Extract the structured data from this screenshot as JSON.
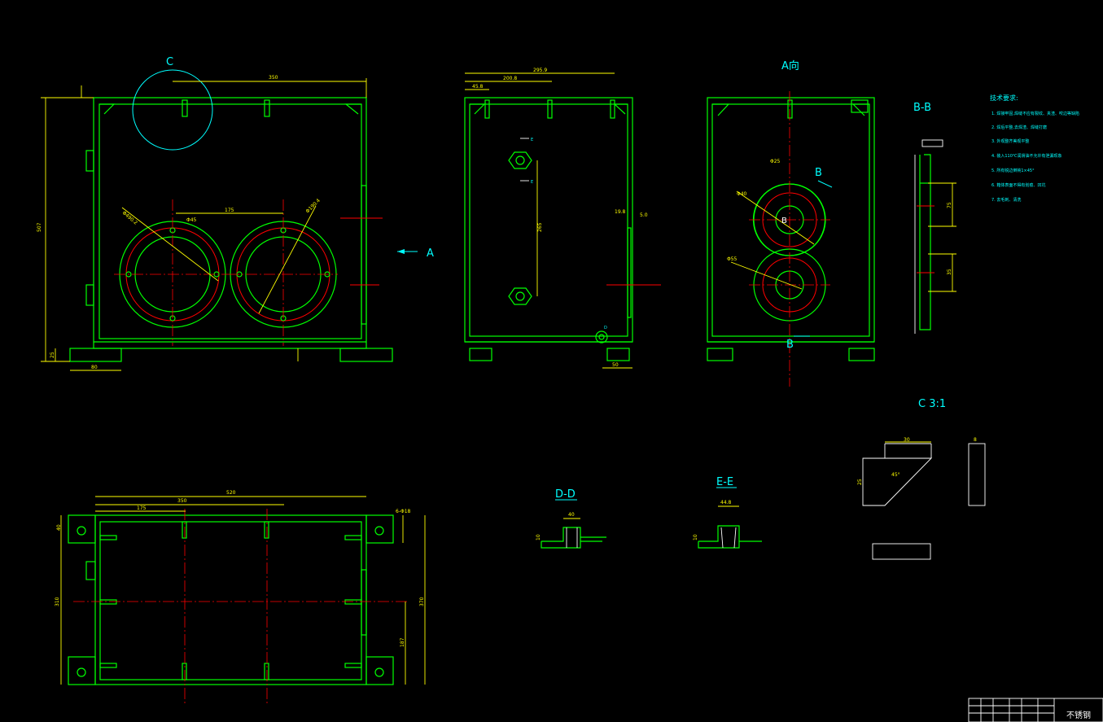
{
  "views": {
    "detail_c_label": "C",
    "view_a_label": "A向",
    "section_bb_label": "B-B",
    "section_dd_label": "D-D",
    "section_ee_label": "E-E",
    "detail_c_scale_label": "C 3:1",
    "arrow_a_label": "A",
    "section_b_upper": "B",
    "section_b_lower": "B",
    "section_b_center": "B"
  },
  "tech_requirements": {
    "title": "技术要求:",
    "items": [
      "1. 焊接牢固,焊缝不应有裂纹、夹渣、咬边等缺陷",
      "2. 焊后平整,去焊渣、焊缝打磨",
      "3. 外观整齐美观平整",
      "4. 装入110℃润滑油不允许有泄漏现象",
      "5. 所有锐边倒钝1×45°",
      "6. 箱体表面不得有划痕、凹坑",
      "7. 去毛刺、清洗"
    ]
  },
  "title_block": {
    "material": "不锈钢"
  },
  "dimensions": {
    "main_top_width": "350",
    "main_height": "507",
    "side_top_width": "295.9",
    "side_top_partial": "200.8",
    "side_left_small": "45.8",
    "bottom_total": "520",
    "bottom_mid": "350",
    "bottom_left": "175",
    "bottom_height": "310",
    "bottom_right_total": "370",
    "bottom_right_half": "187",
    "bottom_edge": "40",
    "circle_center_distance": "175",
    "hole_note": "6-Φ18",
    "phi_left": "Φ490.2",
    "phi_right": "Φ190.4",
    "phi_small": "Φ45",
    "view_a_phi_top": "Φ25",
    "view_a_phi_mid": "Φ40",
    "view_a_phi_bot": "Φ55",
    "side_vertical": "265",
    "side_bottom": "50",
    "main_left_small": "25",
    "main_bottom_left": "80",
    "bb_upper": "75",
    "bb_lower": "35",
    "detail_width": "30",
    "detail_height": "25",
    "detail_angle": "45°",
    "detail_small": "8",
    "dd_top": "40",
    "dd_left": "10",
    "ee_top": "44.8",
    "ee_left": "10",
    "side_label_d": "D",
    "side_label_e": "E",
    "side_label_e2": "E",
    "side_small_1": "19.8",
    "side_small_2": "5.0"
  }
}
